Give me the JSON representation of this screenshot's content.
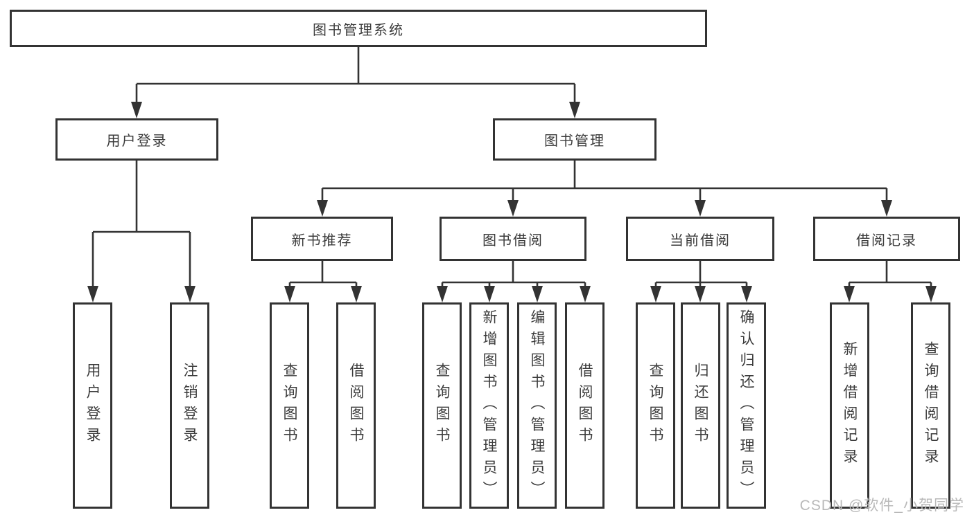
{
  "tree": {
    "label": "图书管理系统",
    "children": [
      {
        "label": "用户登录",
        "children": [
          {
            "label": "用户登录"
          },
          {
            "label": "注销登录"
          }
        ]
      },
      {
        "label": "图书管理",
        "children": [
          {
            "label": "新书推荐",
            "children": [
              {
                "label": "查询图书"
              },
              {
                "label": "借阅图书"
              }
            ]
          },
          {
            "label": "图书借阅",
            "children": [
              {
                "label": "查询图书"
              },
              {
                "label": "新增图书（管理员）"
              },
              {
                "label": "编辑图书（管理员）"
              },
              {
                "label": "借阅图书"
              }
            ]
          },
          {
            "label": "当前借阅",
            "children": [
              {
                "label": "查询图书"
              },
              {
                "label": "归还图书"
              },
              {
                "label": "确认归还（管理员）"
              }
            ]
          },
          {
            "label": "借阅记录",
            "children": [
              {
                "label": "新增借阅记录"
              },
              {
                "label": "查询借阅记录"
              }
            ]
          }
        ]
      }
    ]
  },
  "watermark": {
    "text": "CSDN @软件_小贺同学"
  },
  "colors": {
    "line": "#333333",
    "text": "#3b3b3b",
    "box_bg": "#ffffff",
    "watermark": "#b9b9b9",
    "background": "#ffffff"
  }
}
